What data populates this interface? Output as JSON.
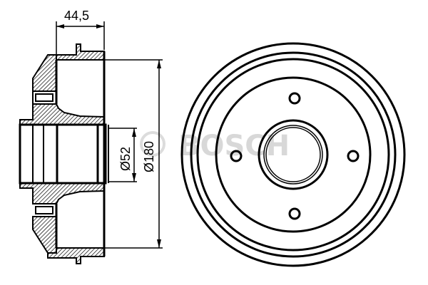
{
  "drawing": {
    "subject": "brake drum",
    "watermark": "BOSCH",
    "dimensions": {
      "width_label": "44,5",
      "inner_diameter_label": "Ø52",
      "outer_diameter_label": "Ø180"
    },
    "views": [
      "cross-section side view",
      "front view"
    ],
    "bolt_holes": 4,
    "colors": {
      "line": "#000000",
      "background": "#ffffff",
      "watermark": "#d8d8d8"
    }
  }
}
